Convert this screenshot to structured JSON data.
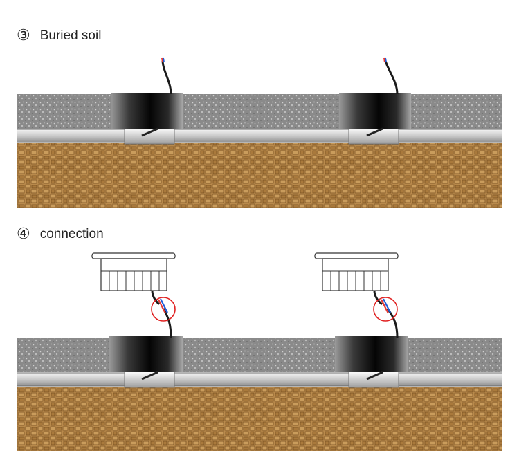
{
  "steps": [
    {
      "number": "③",
      "title": "Buried soil"
    },
    {
      "number": "④",
      "title": "connection"
    }
  ],
  "colors": {
    "gravel": "#8c8c8c",
    "soil": "#b8894a",
    "pipe": "#d9d9d9",
    "housing_dark": "#0c0c0c",
    "cable": "#2a2a2a",
    "wire_red": "#e53935",
    "wire_blue": "#1e5bd8",
    "highlight_circle": "#e02020"
  },
  "icons": {
    "fixture": "led-inground-light-icon",
    "connector": "cable-connector-icon"
  }
}
